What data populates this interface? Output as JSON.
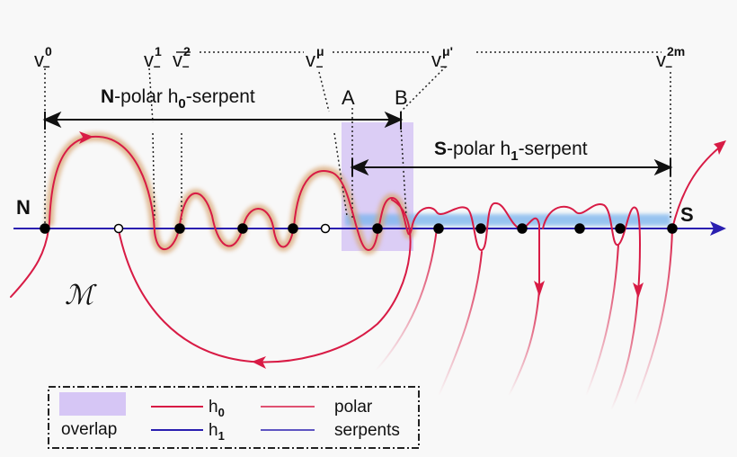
{
  "vertex_labels": {
    "v0": {
      "base": "v",
      "sup": "0",
      "sub": "–"
    },
    "v1": {
      "base": "v",
      "sup": "1",
      "sub": "–"
    },
    "v2": {
      "base": "v",
      "sup": "2",
      "sub": "–"
    },
    "vmu": {
      "base": "v",
      "sup": "μ",
      "sub": "–"
    },
    "vmup": {
      "base": "v",
      "sup": "μ'",
      "sub": "–"
    },
    "v2m": {
      "base": "v",
      "sup": "2m",
      "sub": "–"
    }
  },
  "point_labels": {
    "A": "A",
    "B": "B",
    "N": "N",
    "S": "S",
    "manifold": "ℳ"
  },
  "n_serpent": {
    "pole": "N",
    "text1": "-polar h",
    "sub": "0",
    "text2": "-serpent"
  },
  "s_serpent": {
    "pole": "S",
    "text1": "-polar h",
    "sub": "1",
    "text2": "-serpent"
  },
  "legend": {
    "overlap": "overlap",
    "h0_base": "h",
    "h0_sub": "0",
    "h1_base": "h",
    "h1_sub": "1",
    "polar": "polar",
    "serpents": "serpents"
  },
  "colors": {
    "h0": "#d81b45",
    "h1": "#2a1fb0",
    "polar_halo": "#d9a877",
    "serpent_halo": "#7fb6ee",
    "overlap": "#d6c6f5",
    "text": "#111111"
  }
}
